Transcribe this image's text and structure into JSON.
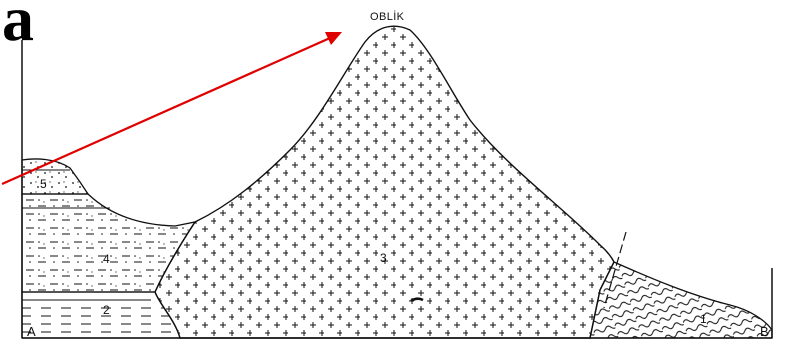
{
  "figure": {
    "panel_letter": "a",
    "peak_label": "OBLİK",
    "end_left": "A",
    "end_right": "B"
  },
  "units": [
    {
      "number": "1",
      "pattern": "wavy-lines (metamorphic)"
    },
    {
      "number": "2",
      "pattern": "dashed-lines"
    },
    {
      "number": "3",
      "pattern": "crosses (intrusive)"
    },
    {
      "number": "4",
      "pattern": "dots-and-dashes"
    },
    {
      "number": "5",
      "pattern": "crosses-and-dots"
    }
  ],
  "colors": {
    "line": "#111111",
    "arrow": "#e00000",
    "background": "#ffffff"
  },
  "icons": {
    "arrow": "red-arrow-icon"
  }
}
